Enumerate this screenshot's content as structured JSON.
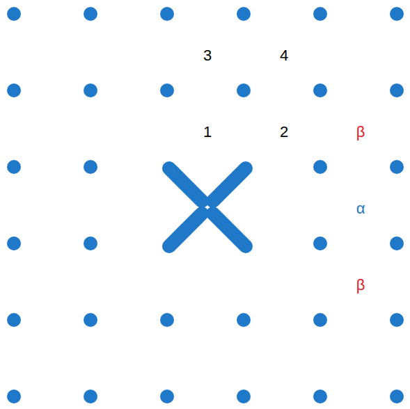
{
  "diagram": {
    "labels": [
      "3",
      "4",
      "1",
      "2",
      "β",
      "α",
      "β"
    ]
  }
}
